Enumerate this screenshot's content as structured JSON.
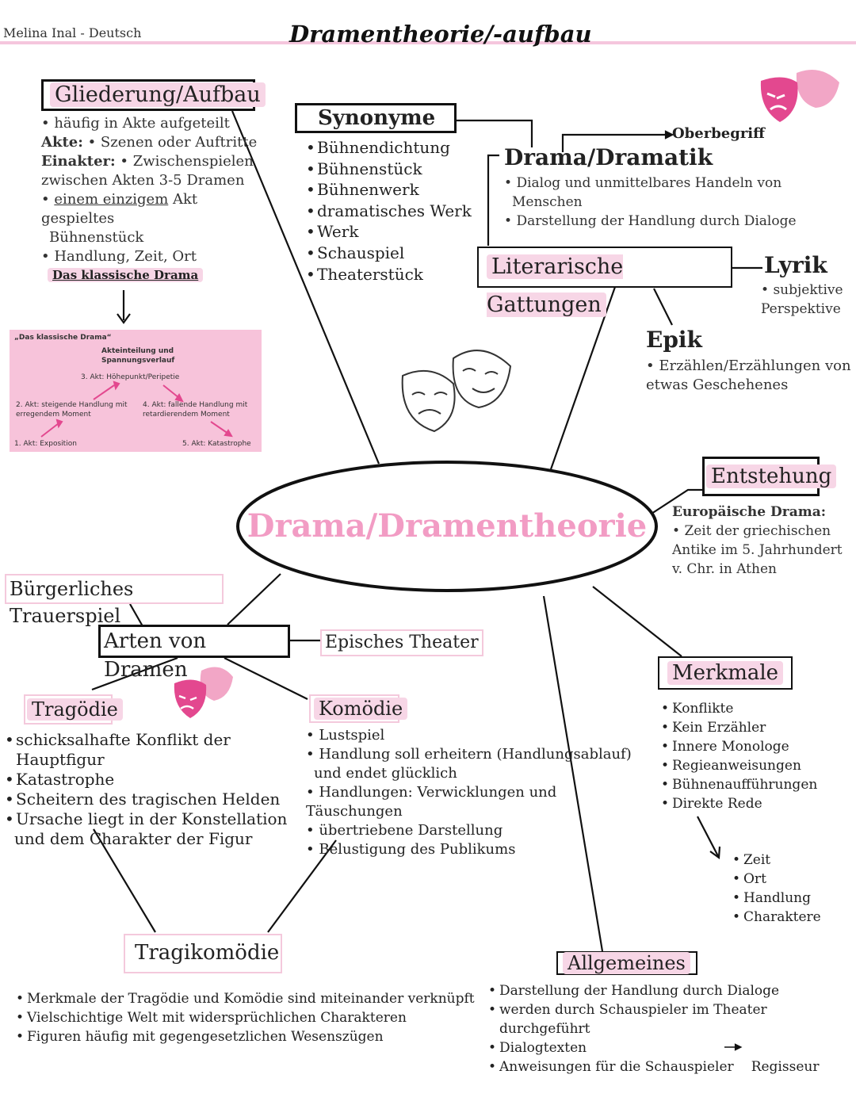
{
  "header": {
    "author": "Melina Inal - Deutsch",
    "title": "Dramentheorie/-aufbau"
  },
  "center": {
    "title": "Drama/Dramentheorie"
  },
  "gliederung": {
    "heading": "Gliederung/Aufbau",
    "line1": "häufig in Akte aufgeteilt",
    "akte_label": "Akte:",
    "akte_text": "Szenen oder Auftritte",
    "einakter_label": "Einakter:",
    "einakter_text": "Zwischenspielen",
    "einakter_text2": "zwischen Akten 3-5 Dramen",
    "line4a": "einem einzigem",
    "line4b": "Akt gespieltes",
    "line4c": "Bühnenstück",
    "line5": "Handlung, Zeit, Ort"
  },
  "klassisch": {
    "label": "Das klassische Drama",
    "box_title": "„Das klassische Drama“",
    "sub1": "Akteinteilung und",
    "sub2": "Spannungsverlauf",
    "akt3": "3. Akt:  Höhepunkt/Peripetie",
    "akt2a": "2. Akt:  steigende Handlung mit",
    "akt2b": "erregendem Moment",
    "akt4a": "4. Akt:  fallende Handlung mit",
    "akt4b": "retardierendem Moment",
    "akt1": "1. Akt:  Exposition",
    "akt5": "5. Akt:  Katastrophe"
  },
  "synonyme": {
    "heading": "Synonyme",
    "items": [
      "Bühnendichtung",
      "Bühnenstück",
      "Bühnenwerk",
      "dramatisches Werk",
      "Werk",
      "Schauspiel",
      "Theaterstück"
    ]
  },
  "drama_dramatik": {
    "heading": "Drama/Dramatik",
    "oberbegriff": "Oberbegriff",
    "item1a": "Dialog und unmittelbares Handeln von",
    "item1b": "Menschen",
    "item2": "Darstellung der Handlung durch Dialoge"
  },
  "gattungen": {
    "heading": "Literarische Gattungen"
  },
  "lyrik": {
    "heading": "Lyrik",
    "item_a": "subjektive",
    "item_b": "Perspektive"
  },
  "epik": {
    "heading": "Epik",
    "item_a": "Erzählen/Erzählungen von",
    "item_b": "etwas Geschehenes"
  },
  "entstehung": {
    "heading": "Entstehung",
    "sub": "Europäische Drama:",
    "item_a": "Zeit der griechischen",
    "item_b": "Antike im 5. Jahrhundert",
    "item_c": "v. Chr. in Athen"
  },
  "buergerlich": {
    "heading": "Bürgerliches Trauerspiel"
  },
  "arten": {
    "heading": "Arten von Dramen"
  },
  "episch": {
    "heading": "Episches Theater"
  },
  "tragoedie": {
    "heading": "Tragödie",
    "items": [
      "schicksalhafte Konflikt der Hauptfigur",
      "Katastrophe",
      "Scheitern des tragischen Helden",
      "Ursache liegt in der Konstellation"
    ],
    "cont": "und dem Charakter der Figur"
  },
  "komoedie": {
    "heading": "Komödie",
    "item1": "Lustspiel",
    "item2a": "Handlung soll erheitern (Handlungsablauf)",
    "item2b": "und endet glücklich",
    "item3": "Handlungen: Verwicklungen und Täuschungen",
    "item4": "übertriebene Darstellung",
    "item5": "Belustigung des Publikums"
  },
  "merkmale": {
    "heading": "Merkmale",
    "items": [
      "Konflikte",
      "Kein Erzähler",
      "Innere Monologe",
      "Regieanweisungen",
      "Bühnenaufführungen",
      "Direkte Rede"
    ],
    "sub_items": [
      "Zeit",
      "Ort",
      "Handlung",
      "Charaktere"
    ]
  },
  "tragikomoedie": {
    "heading": "Tragikomödie",
    "items": [
      "Merkmale der Tragödie und Komödie sind miteinander verknüpft",
      "Vielschichtige Welt mit widersprüchlichen Charakteren",
      "Figuren häufig mit gegengesetzlichen Wesenszügen"
    ]
  },
  "allgemeines": {
    "heading": "Allgemeines",
    "items": [
      "Darstellung der Handlung durch Dialoge",
      "werden durch Schauspieler im Theater durchgeführt",
      "Dialogtexten"
    ],
    "item4": "Anweisungen für die Schauspieler",
    "item4b": "Regisseur"
  },
  "colors": {
    "pink_fill": "#f7c3da",
    "pink_dark": "#e3488f",
    "pink_light": "#f2a6c6",
    "pink_text": "#f29cc4"
  }
}
